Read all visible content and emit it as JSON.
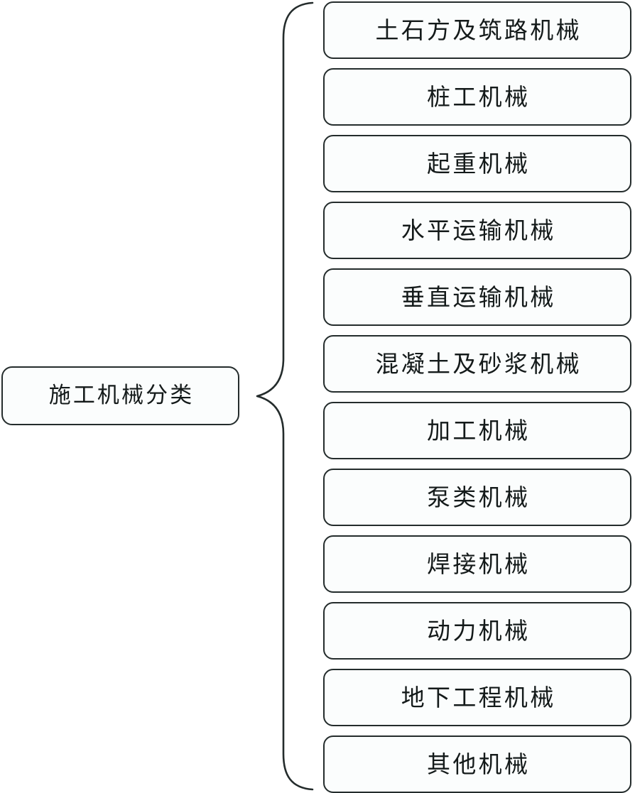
{
  "diagram": {
    "type": "tree-brace",
    "orientation": "left-to-right",
    "title": "施工机械分类",
    "root": {
      "label": "施工机械分类"
    },
    "connector": {
      "kind": "curly-brace",
      "glyph": "{",
      "color": "#242c2c"
    },
    "colors": {
      "background": "#ffffff",
      "node_fill": "#fbfdfd",
      "node_border": "#242c2c",
      "text": "#141a1a"
    },
    "children": [
      {
        "index": 1,
        "label": "土石方及筑路机械"
      },
      {
        "index": 2,
        "label": "桩工机械"
      },
      {
        "index": 3,
        "label": "起重机械"
      },
      {
        "index": 4,
        "label": "水平运输机械"
      },
      {
        "index": 5,
        "label": "垂直运输机械"
      },
      {
        "index": 6,
        "label": "混凝土及砂浆机械"
      },
      {
        "index": 7,
        "label": "加工机械"
      },
      {
        "index": 8,
        "label": "泵类机械"
      },
      {
        "index": 9,
        "label": "焊接机械"
      },
      {
        "index": 10,
        "label": "动力机械"
      },
      {
        "index": 11,
        "label": "地下工程机械"
      },
      {
        "index": 12,
        "label": "其他机械"
      }
    ]
  }
}
